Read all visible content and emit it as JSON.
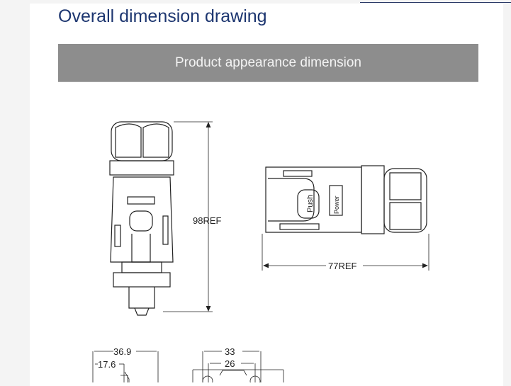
{
  "heading": "Overall dimension drawing",
  "banner": "Product appearance dimension",
  "drawing": {
    "height_label": "98REF",
    "length_label": "77REF",
    "width_outer_label": "36.9",
    "width_inner_label": "17.6",
    "side_outer_label": "33",
    "side_inner_label": "26",
    "push_label": "Push",
    "power_label": "Power"
  }
}
